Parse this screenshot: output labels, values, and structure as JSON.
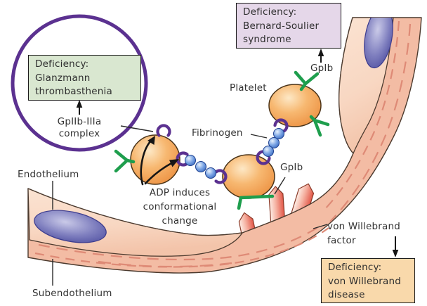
{
  "figure": {
    "type": "medical-diagram",
    "topic": "Platelet adhesion and aggregation at damaged vessel wall with receptor deficiencies"
  },
  "labels": {
    "endothelium": "Endothelium",
    "subendothelium": "Subendothelium",
    "platelet": "Platelet",
    "gpib_top": "GpIb",
    "gpib_lower": "GpIb",
    "fibrinogen": "Fibrinogen",
    "complex": {
      "line1": "GpIIb-IIIa",
      "line2": "complex"
    },
    "adp": {
      "line1": "ADP induces",
      "line2": "conformational",
      "line3": "change"
    },
    "vwf": {
      "line1": "von Willebrand",
      "line2": "factor"
    }
  },
  "boxes": {
    "glanzmann": {
      "line1": "Deficiency:",
      "line2": "Glanzmann",
      "line3": "thrombasthenia"
    },
    "bernard_soulier": {
      "line1": "Deficiency:",
      "line2": "Bernard-Soulier",
      "line3": "syndrome"
    },
    "von_willebrand": {
      "line1": "Deficiency:",
      "line2": "von Willebrand",
      "line3": "disease"
    }
  },
  "colors": {
    "vessel_subendothelium": "#f3bca4",
    "vessel_endothelium": "#f8d9c5",
    "vessel_stripe": "#de8a76",
    "vessel_outline": "#4b3a2e",
    "nucleus_blue": "#4c4c9e",
    "platelet_orange": "#ef9a4d",
    "receptor_green": "#1e9e4d",
    "receptor_purple": "#5b3190",
    "fibrinogen_blue": "#3e6dc2",
    "vwf_red": "#e25748",
    "magnifier_circle": "#5b3190",
    "box_glanzmann_bg": "#d9e7d0",
    "box_bernard_soulier_bg": "#e5d7e9",
    "box_von_willebrand_bg": "#f9d9ab"
  }
}
